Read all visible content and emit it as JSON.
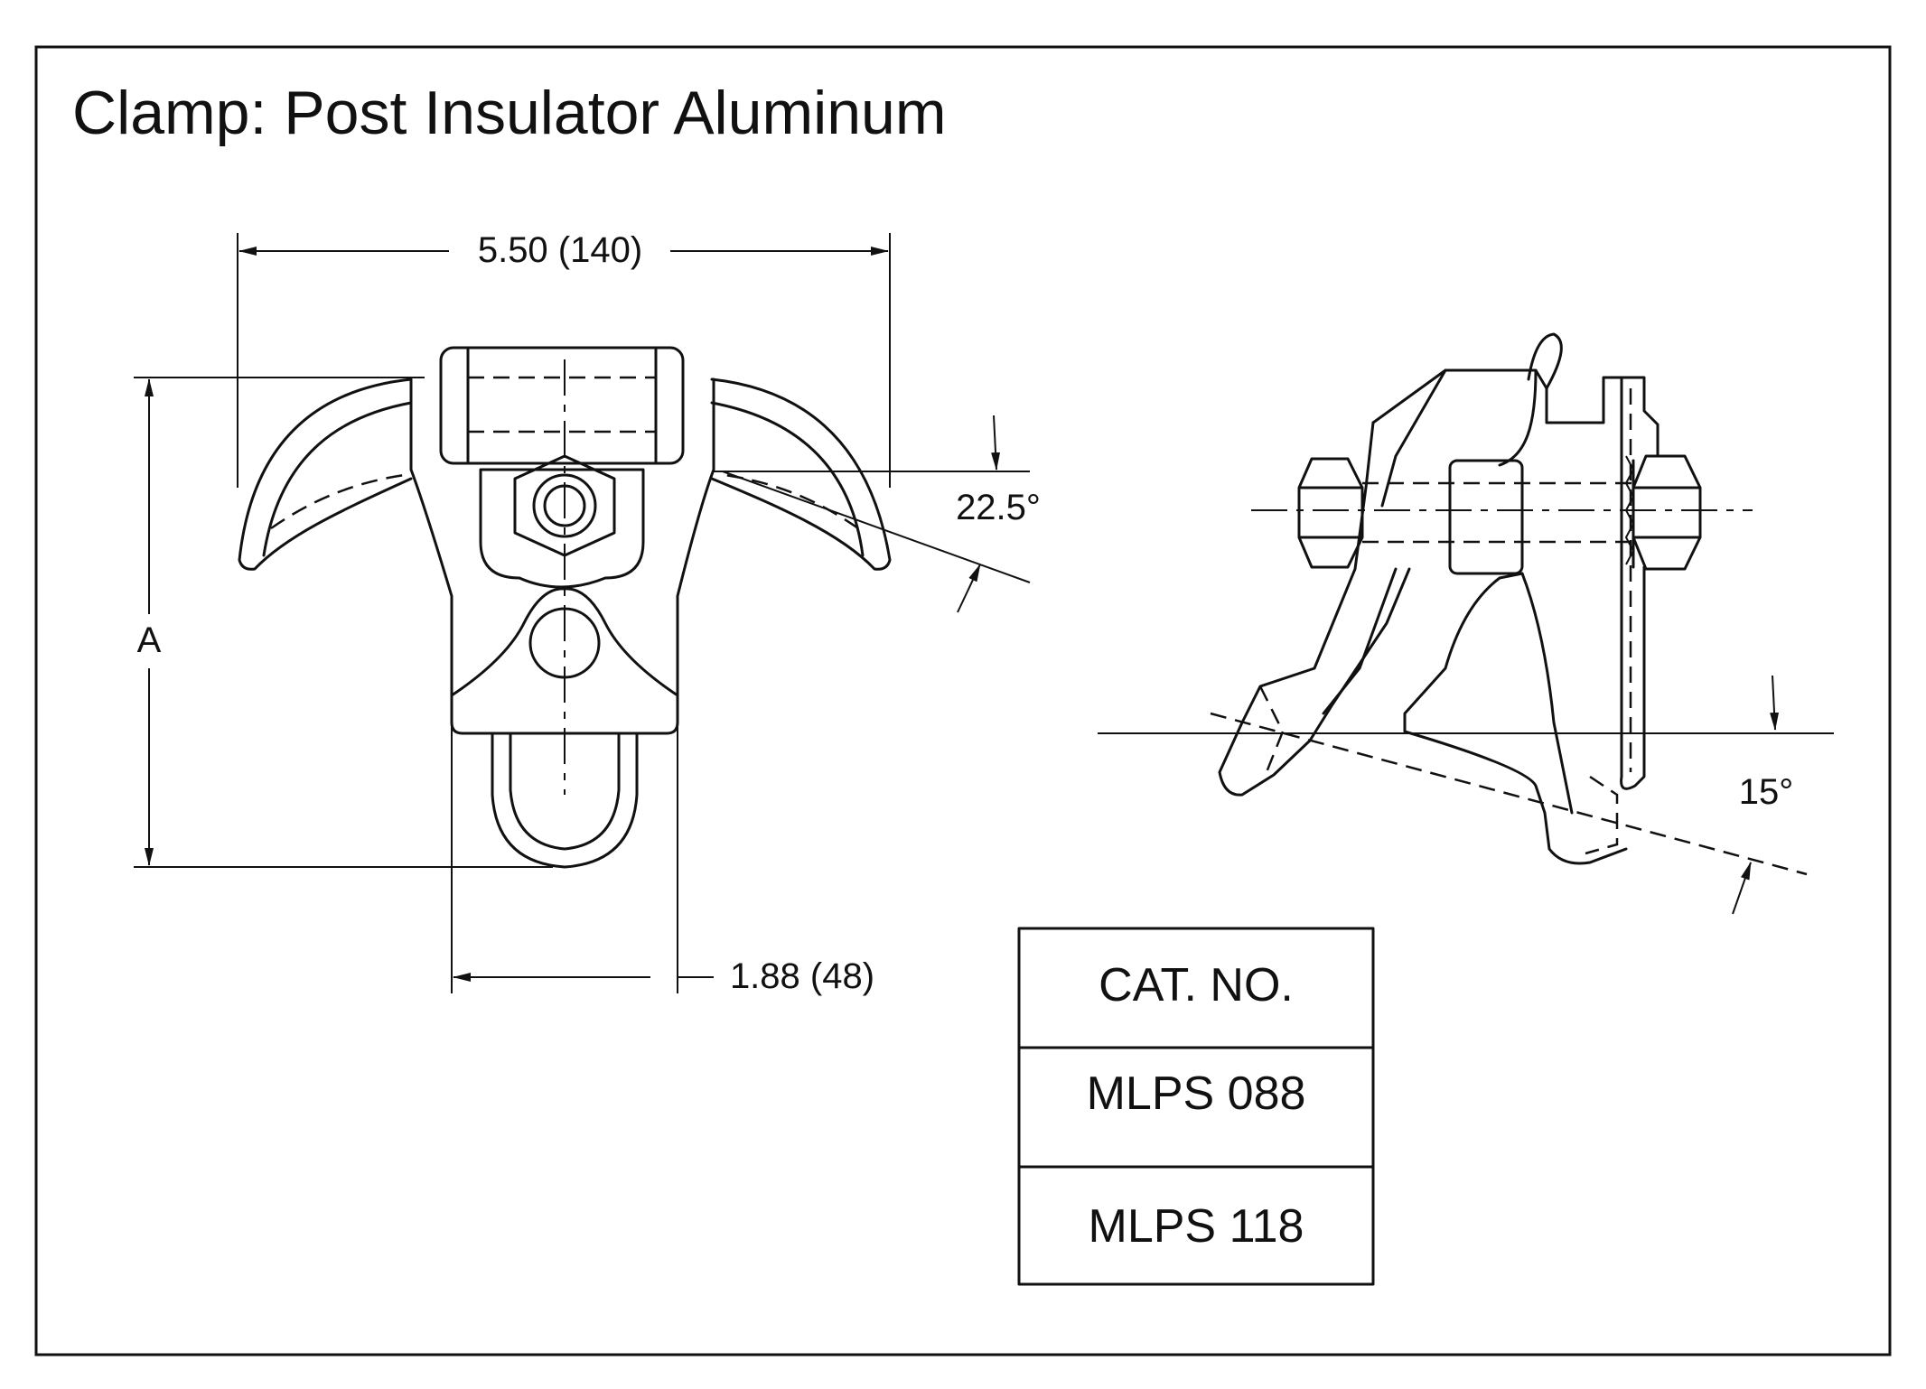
{
  "title": "Clamp: Post Insulator Aluminum",
  "dimensions": {
    "width": "5.50 (140)",
    "height_label": "A",
    "base_width": "1.88 (48)",
    "angle_front": "22.5°",
    "angle_side": "15°"
  },
  "catalog": {
    "header": "CAT. NO.",
    "items": [
      "MLPS 088",
      "MLPS 118"
    ]
  }
}
